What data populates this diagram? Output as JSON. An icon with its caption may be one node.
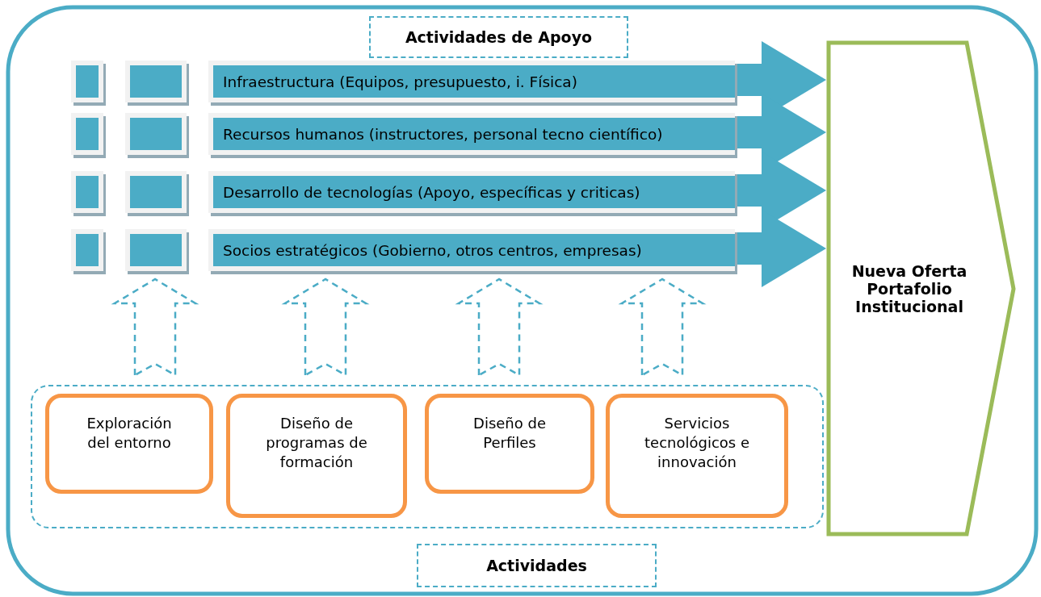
{
  "diagram": {
    "nodes": [
      {
        "text": [
          "Actividades de Apoyo"
        ]
      },
      {
        "text": [],
        "shape": "box"
      },
      {
        "text": [],
        "shape": "box"
      },
      {
        "text": [
          "Infraestructura (Equipos, presupuesto, i. Física)"
        ]
      },
      {
        "text": [],
        "shape": "box"
      },
      {
        "text": [],
        "shape": "box"
      },
      {
        "text": [
          "Recursos humanos (instructores, personal tecno científico)"
        ]
      },
      {
        "text": [],
        "shape": "box"
      },
      {
        "text": [],
        "shape": "box"
      },
      {
        "text": [
          "Desarrollo de tecnologías (Apoyo, específicas y criticas)"
        ]
      },
      {
        "text": [],
        "shape": "box"
      },
      {
        "text": [],
        "shape": "box"
      },
      {
        "text": [
          "Socios estratégicos (Gobierno, otros centros, empresas)"
        ]
      },
      {
        "text": [
          "Nueva Oferta Portafolio Institucional"
        ]
      },
      {
        "text": [],
        "shape": "box"
      },
      {
        "text": [
          "Exploración del entorno"
        ],
        "in": 14
      },
      {
        "text": [
          "Diseño de programas de formación"
        ],
        "in": 14
      },
      {
        "text": [
          "Diseño de Perfiles"
        ],
        "in": 14
      },
      {
        "text": [
          "Servicios tecnológicos e innovación"
        ],
        "in": 14
      },
      {
        "text": [
          "Actividades"
        ]
      }
    ],
    "edges": [
      {
        "from": 3,
        "to": 13,
        "arrow": "to"
      },
      {
        "from": 6,
        "to": 13,
        "arrow": "to"
      },
      {
        "from": 9,
        "to": 13,
        "arrow": "to"
      },
      {
        "from": 12,
        "to": 13,
        "arrow": "to"
      },
      {
        "from": 14,
        "to": 11,
        "arrow": "to",
        "style": "dashed"
      },
      {
        "from": 14,
        "to": 12,
        "arrow": "to",
        "style": "dashed"
      },
      {
        "from": 14,
        "to": 12,
        "arrow": "to",
        "style": "dashed"
      },
      {
        "from": 14,
        "to": 12,
        "arrow": "to",
        "style": "dashed"
      }
    ]
  }
}
